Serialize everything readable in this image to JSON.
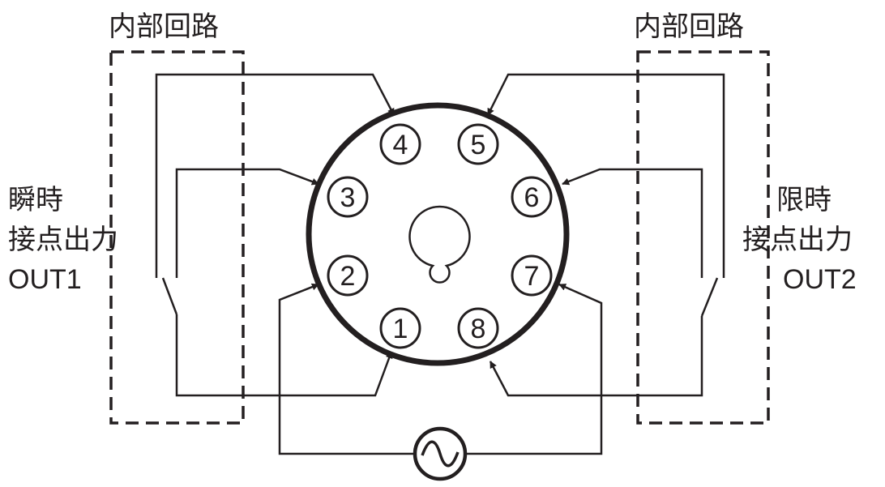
{
  "left": {
    "header": "内部回路",
    "line1": "瞬時",
    "line2": "接点出力",
    "line3": "OUT1"
  },
  "right": {
    "header": "内部回路",
    "line1": "限時",
    "line2": "接点出力",
    "line3": "OUT2"
  },
  "socket": {
    "pins": [
      "1",
      "2",
      "3",
      "4",
      "5",
      "6",
      "7",
      "8"
    ]
  },
  "source": {
    "symbol": "ac-source-symbol"
  },
  "colors": {
    "ink": "#231f20",
    "background": "#ffffff"
  }
}
